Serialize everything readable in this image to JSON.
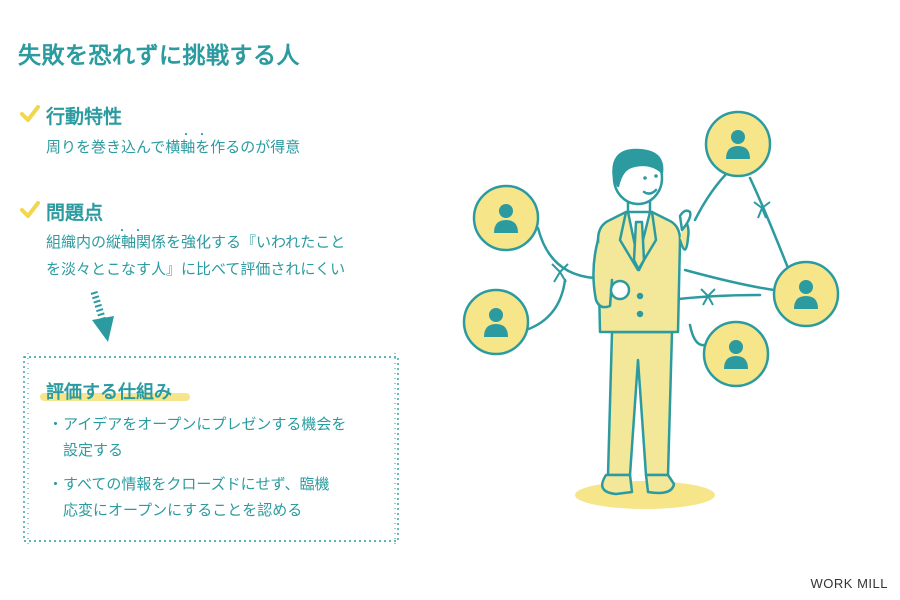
{
  "title": "失敗を恐れずに挑戦する人",
  "traits": {
    "heading": "行動特性",
    "body": "周りを巻き込んで横軸を作るのが得意",
    "emphasis_dots": "・・"
  },
  "problems": {
    "heading": "問題点",
    "line1": "組織内の縦軸関係を強化する『いわれたこと",
    "line2": "を淡々とこなす人』に比べて評価されにくい",
    "emphasis_dots": "・・"
  },
  "evaluation": {
    "heading": "評価する仕組み",
    "bullet": "・",
    "items": [
      {
        "line1": "アイデアをオープンにプレゼンする機会を",
        "line2": "設定する"
      },
      {
        "line1": "すべての情報をクローズドにせず、臨機",
        "line2": "応変にオープンにすることを認める"
      }
    ]
  },
  "brand": "WORK MILL",
  "colors": {
    "teal": "#2b9ba0",
    "yellow": "#f7e58a",
    "suit": "#f3e79a"
  },
  "icons": [
    "check-icon",
    "arrow-down-icon",
    "person-icon"
  ]
}
